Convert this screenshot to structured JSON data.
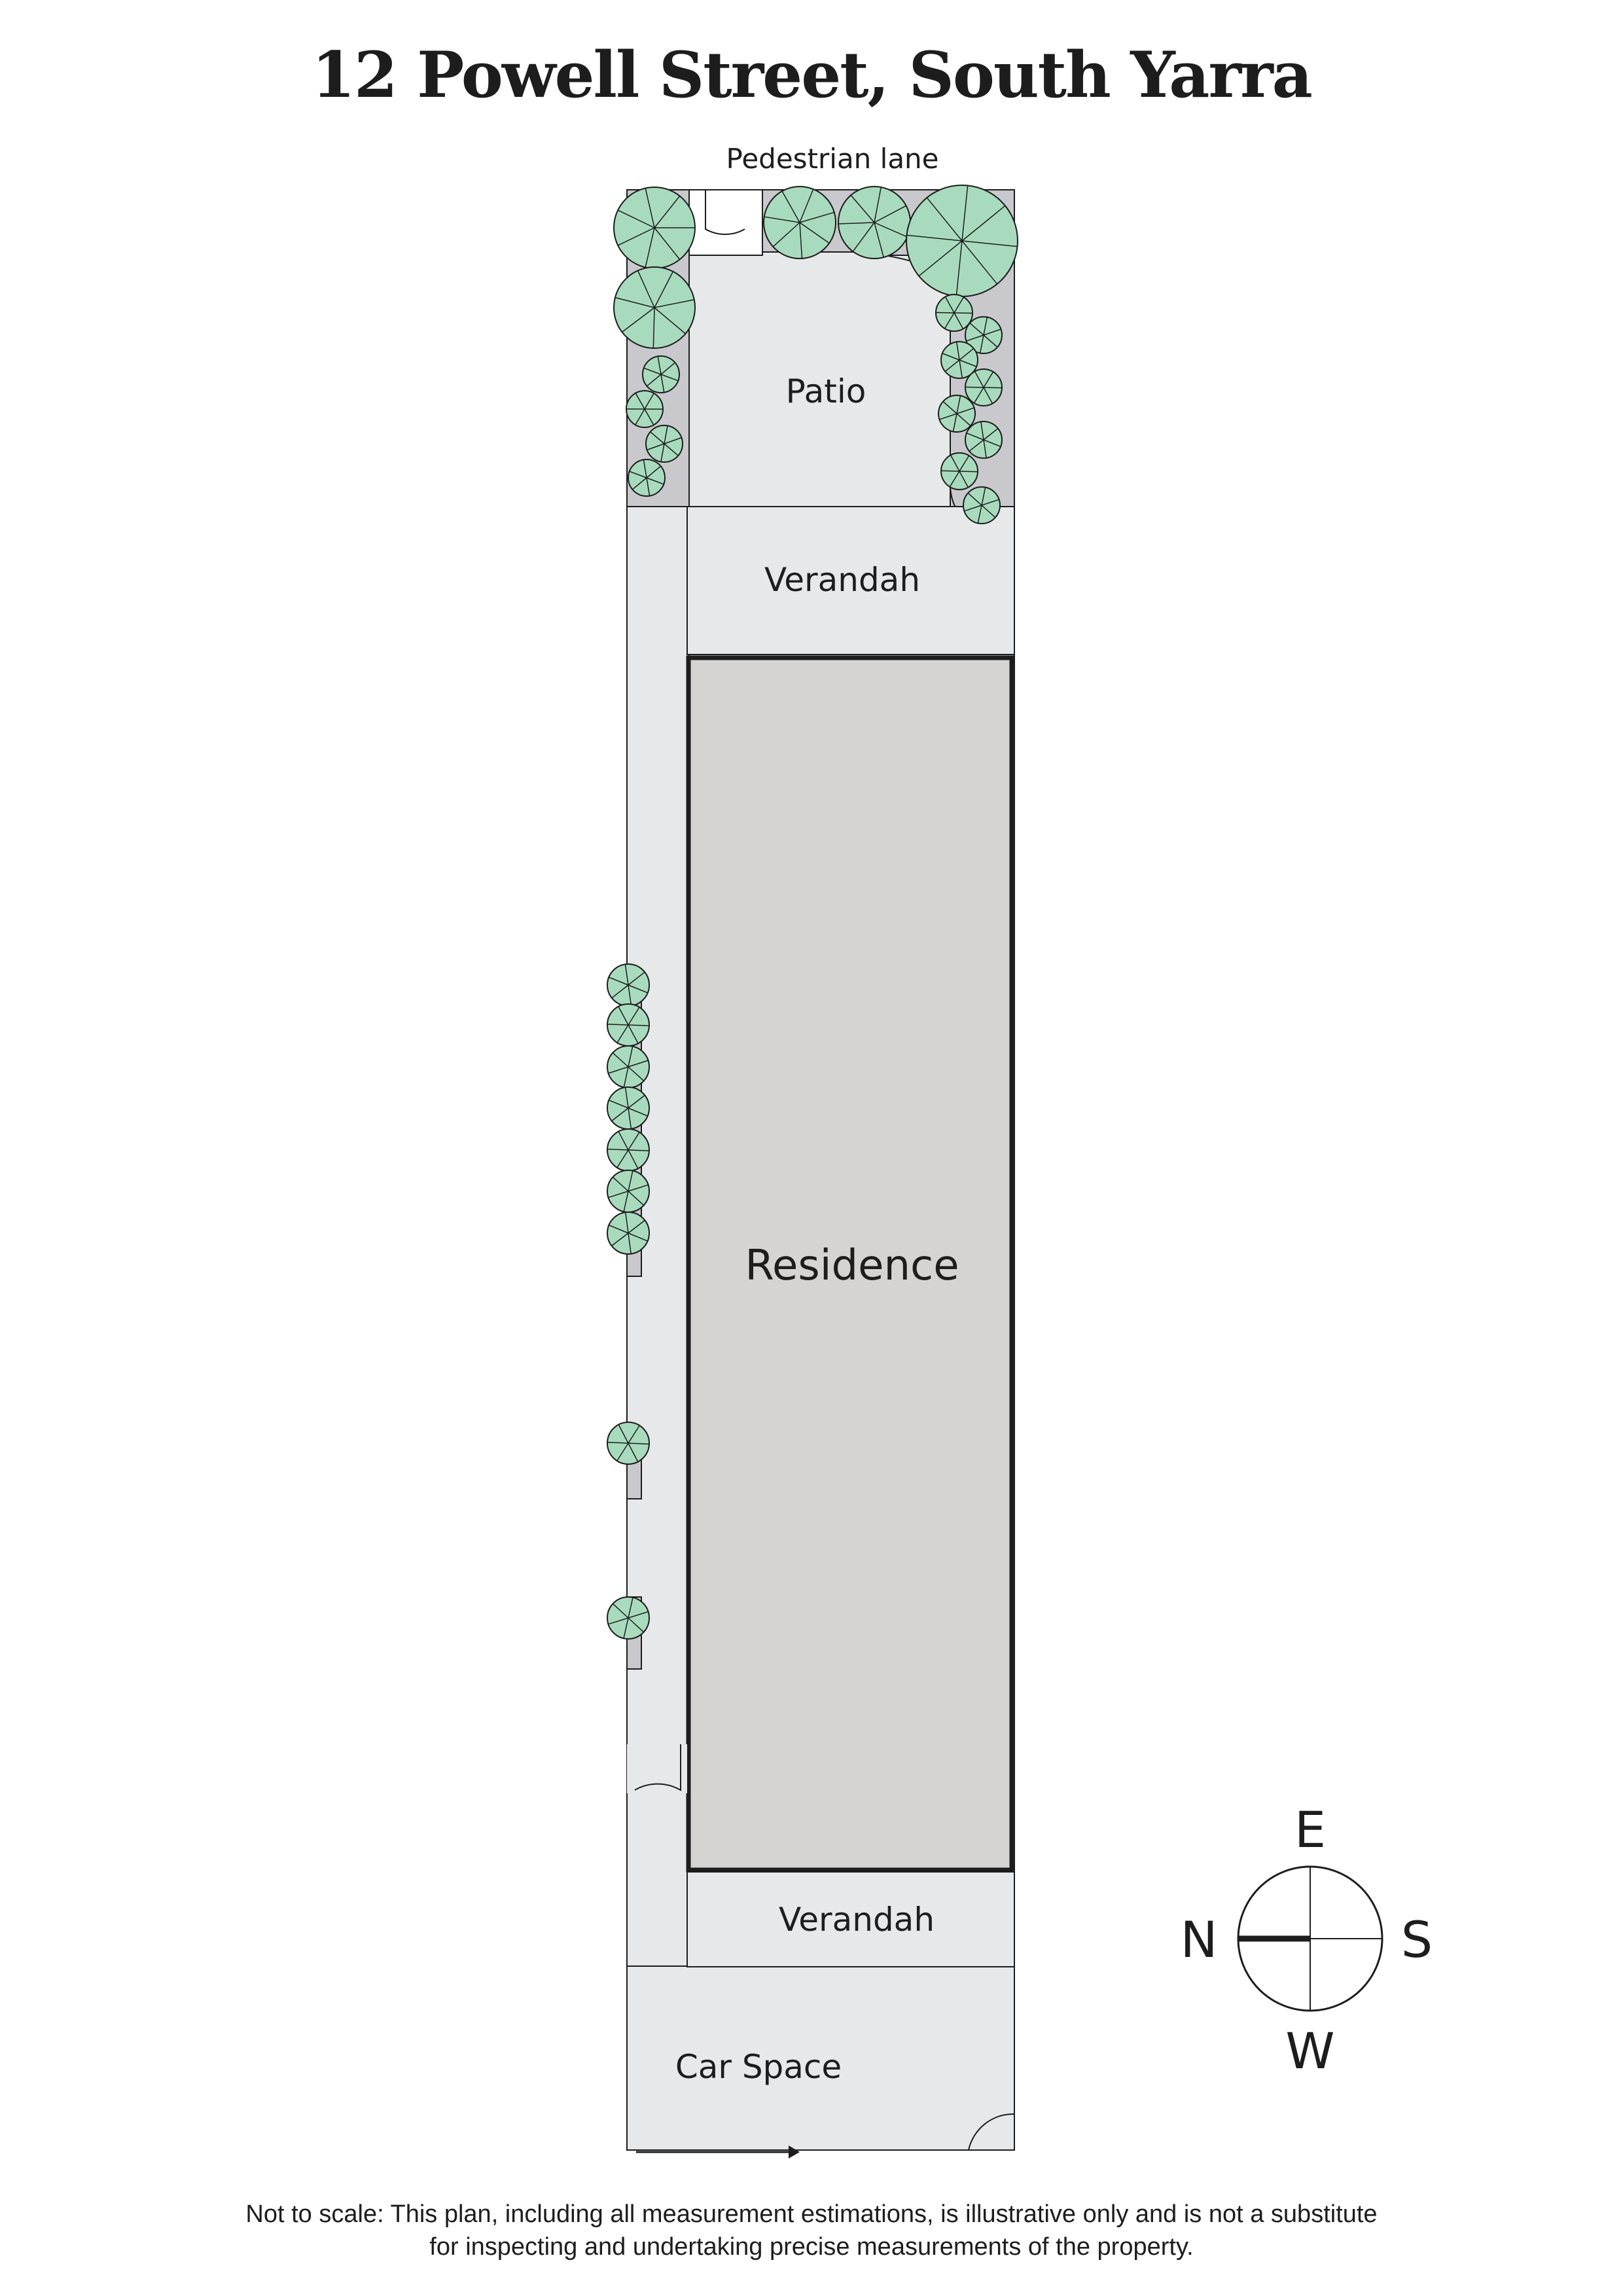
{
  "title": "12 Powell Street, South Yarra",
  "labels": {
    "pedestrian_lane": "Pedestrian lane",
    "patio": "Patio",
    "verandah_rear": "Verandah",
    "residence": "Residence",
    "verandah_front": "Verandah",
    "car_space": "Car Space"
  },
  "compass": {
    "east": "E",
    "north": "N",
    "south": "S",
    "west": "W"
  },
  "disclaimer": {
    "line1": "Not to scale: This plan, including all measurement estimations, is illustrative only and is not a substitute",
    "line2": "for inspecting and undertaking precise measurements of the property."
  },
  "colors": {
    "paving": "#e7e8ea",
    "residence": "#d5d4d3",
    "garden_bed": "#c9c9cd",
    "foliage": "#a8dbbd",
    "outline": "#1d1d1d"
  }
}
